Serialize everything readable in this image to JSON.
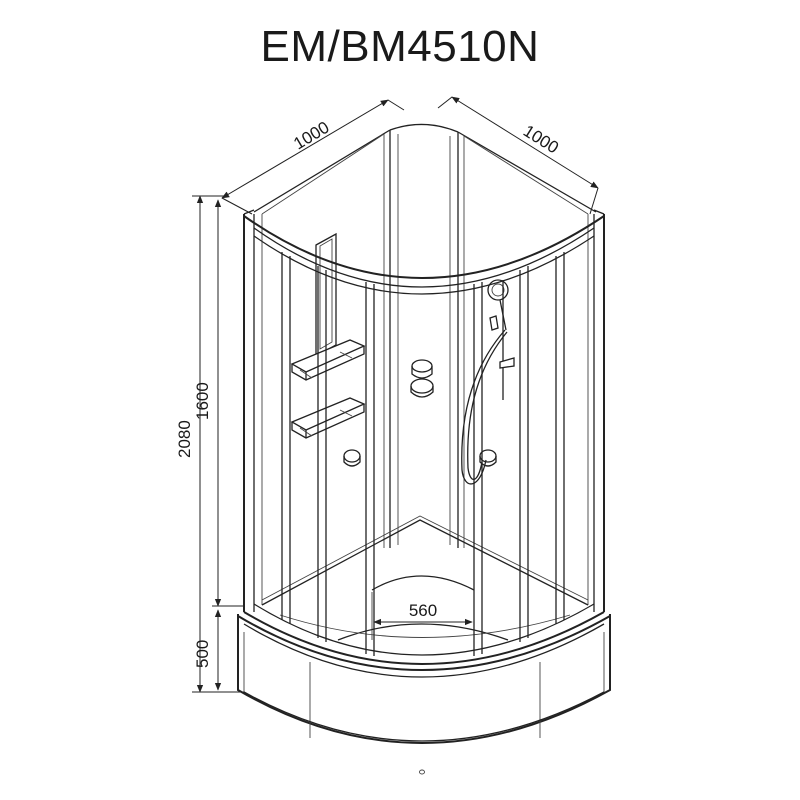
{
  "title": "EM/BM4510N",
  "dimensions": {
    "width_left": "1000",
    "width_right": "1000",
    "total_height": "2080",
    "panel_height": "1600",
    "tray_height": "500",
    "door_opening": "560"
  }
}
